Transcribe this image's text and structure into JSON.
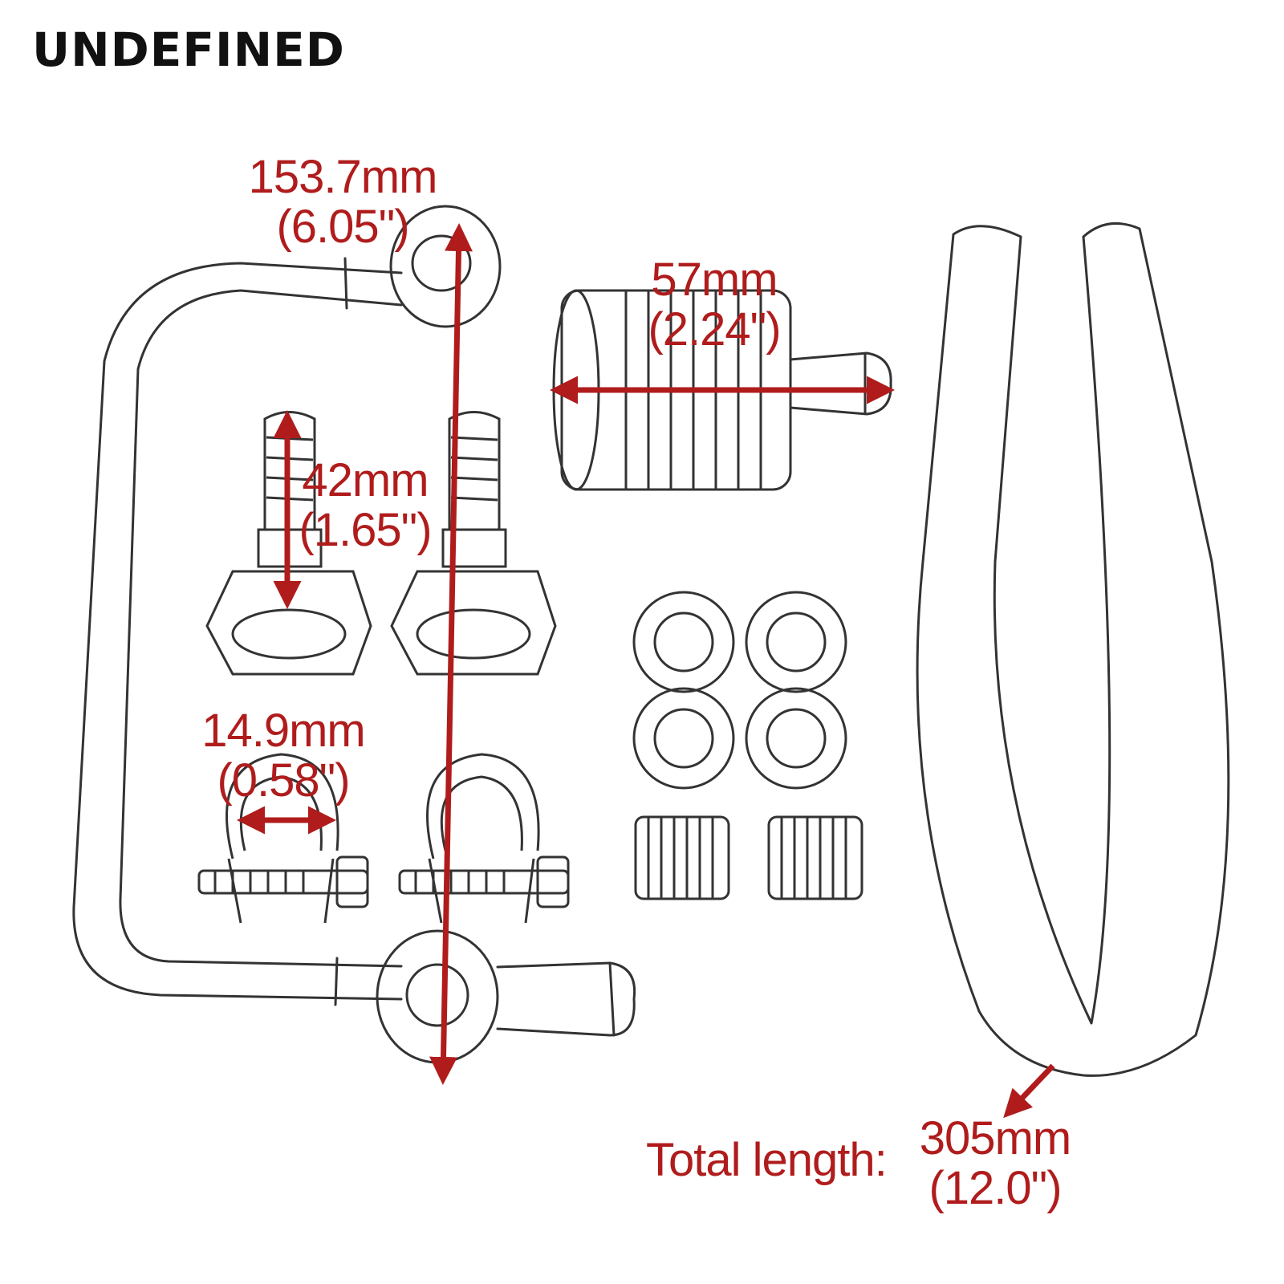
{
  "brand": {
    "text": "UNDEFINED"
  },
  "accent_color": "#b01c1c",
  "dimensions": {
    "fuel_line": {
      "mm": "153.7mm",
      "inch": "(6.05\")"
    },
    "fuel_filter": {
      "mm": "57mm",
      "inch": "(2.24\")"
    },
    "banjo_bolt": {
      "mm": "42mm",
      "inch": "(1.65\")"
    },
    "hose_clamp": {
      "mm": "14.9mm",
      "inch": "(0.58\")"
    },
    "hose": {
      "prefix": "Total length:",
      "mm": "305mm",
      "inch": "(12.0\")"
    }
  },
  "parts": [
    "banjo-fuel-line",
    "fuel-filter",
    "banjo-bolt",
    "banjo-bolt",
    "hose-clamp",
    "hose-clamp",
    "crush-washer",
    "crush-washer",
    "crush-washer",
    "crush-washer",
    "threaded-insert",
    "threaded-insert",
    "fuel-hose"
  ]
}
